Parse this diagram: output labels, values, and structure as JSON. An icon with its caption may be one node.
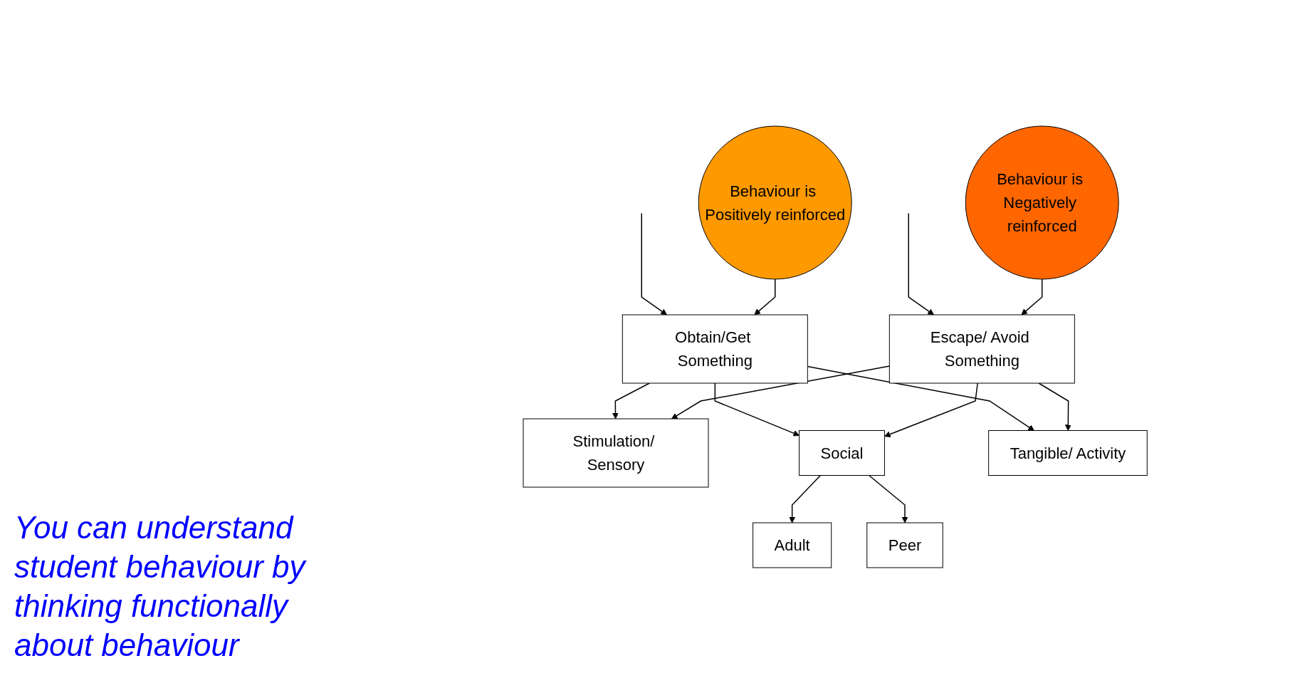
{
  "diagram": {
    "nodes": [
      {
        "text": [
          "Behaviour is Positively reinforced"
        ]
      },
      {
        "text": [
          "Obtain/Get Something"
        ]
      },
      {
        "text": [
          "Escape/ Avoid Something"
        ]
      },
      {
        "text": [
          "Behaviour is Negatively reinforced"
        ]
      },
      {
        "text": [
          "Stimulation/ Sensory"
        ]
      },
      {
        "text": [
          "Social"
        ]
      },
      {
        "text": [
          "Tangible/ Activity"
        ]
      },
      {
        "text": [
          "Adult"
        ]
      },
      {
        "text": [
          "Peer"
        ]
      }
    ],
    "edges": [
      {
        "from": null,
        "to": 1,
        "arrow": "to"
      },
      {
        "from": null,
        "to": 2,
        "arrow": "to"
      },
      {
        "from": 0,
        "to": 1,
        "arrow": "to"
      },
      {
        "from": 3,
        "to": 2,
        "arrow": "to"
      },
      {
        "from": 1,
        "to": 4,
        "arrow": "to"
      },
      {
        "from": 1,
        "to": 5,
        "arrow": "to"
      },
      {
        "from": 1,
        "to": 6,
        "arrow": "to"
      },
      {
        "from": 2,
        "to": 4,
        "arrow": "to"
      },
      {
        "from": 2,
        "to": 5,
        "arrow": "to"
      },
      {
        "from": 2,
        "to": 6,
        "arrow": "to"
      },
      {
        "from": 5,
        "to": 7,
        "arrow": "to"
      },
      {
        "from": 5,
        "to": 8,
        "arrow": "to"
      }
    ],
    "labels": [
      "You can understand student behaviour by thinking functionally about behaviour"
    ]
  }
}
